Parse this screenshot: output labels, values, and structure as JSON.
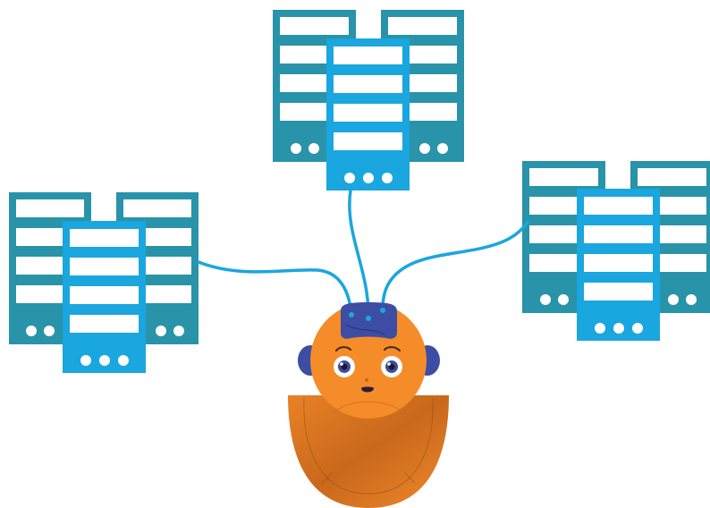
{
  "colors": {
    "background": "#ffffff",
    "server_back": "#2893a9",
    "server_front": "#1aa6df",
    "server_slot": "#ffffff",
    "cable": "#1aa6df",
    "robot_orange": "#f58c2a",
    "robot_orange_dark": "#d9741c",
    "robot_ear": "#3d4da3",
    "robot_brain": "#3d4da3"
  },
  "icons": {
    "server_cluster": "server-rack-cluster-icon",
    "robot": "robot-avatar-icon"
  },
  "server_clusters": [
    {
      "id": "left",
      "name": "server-cluster-left"
    },
    {
      "id": "top",
      "name": "server-cluster-top"
    },
    {
      "id": "right",
      "name": "server-cluster-right"
    }
  ]
}
